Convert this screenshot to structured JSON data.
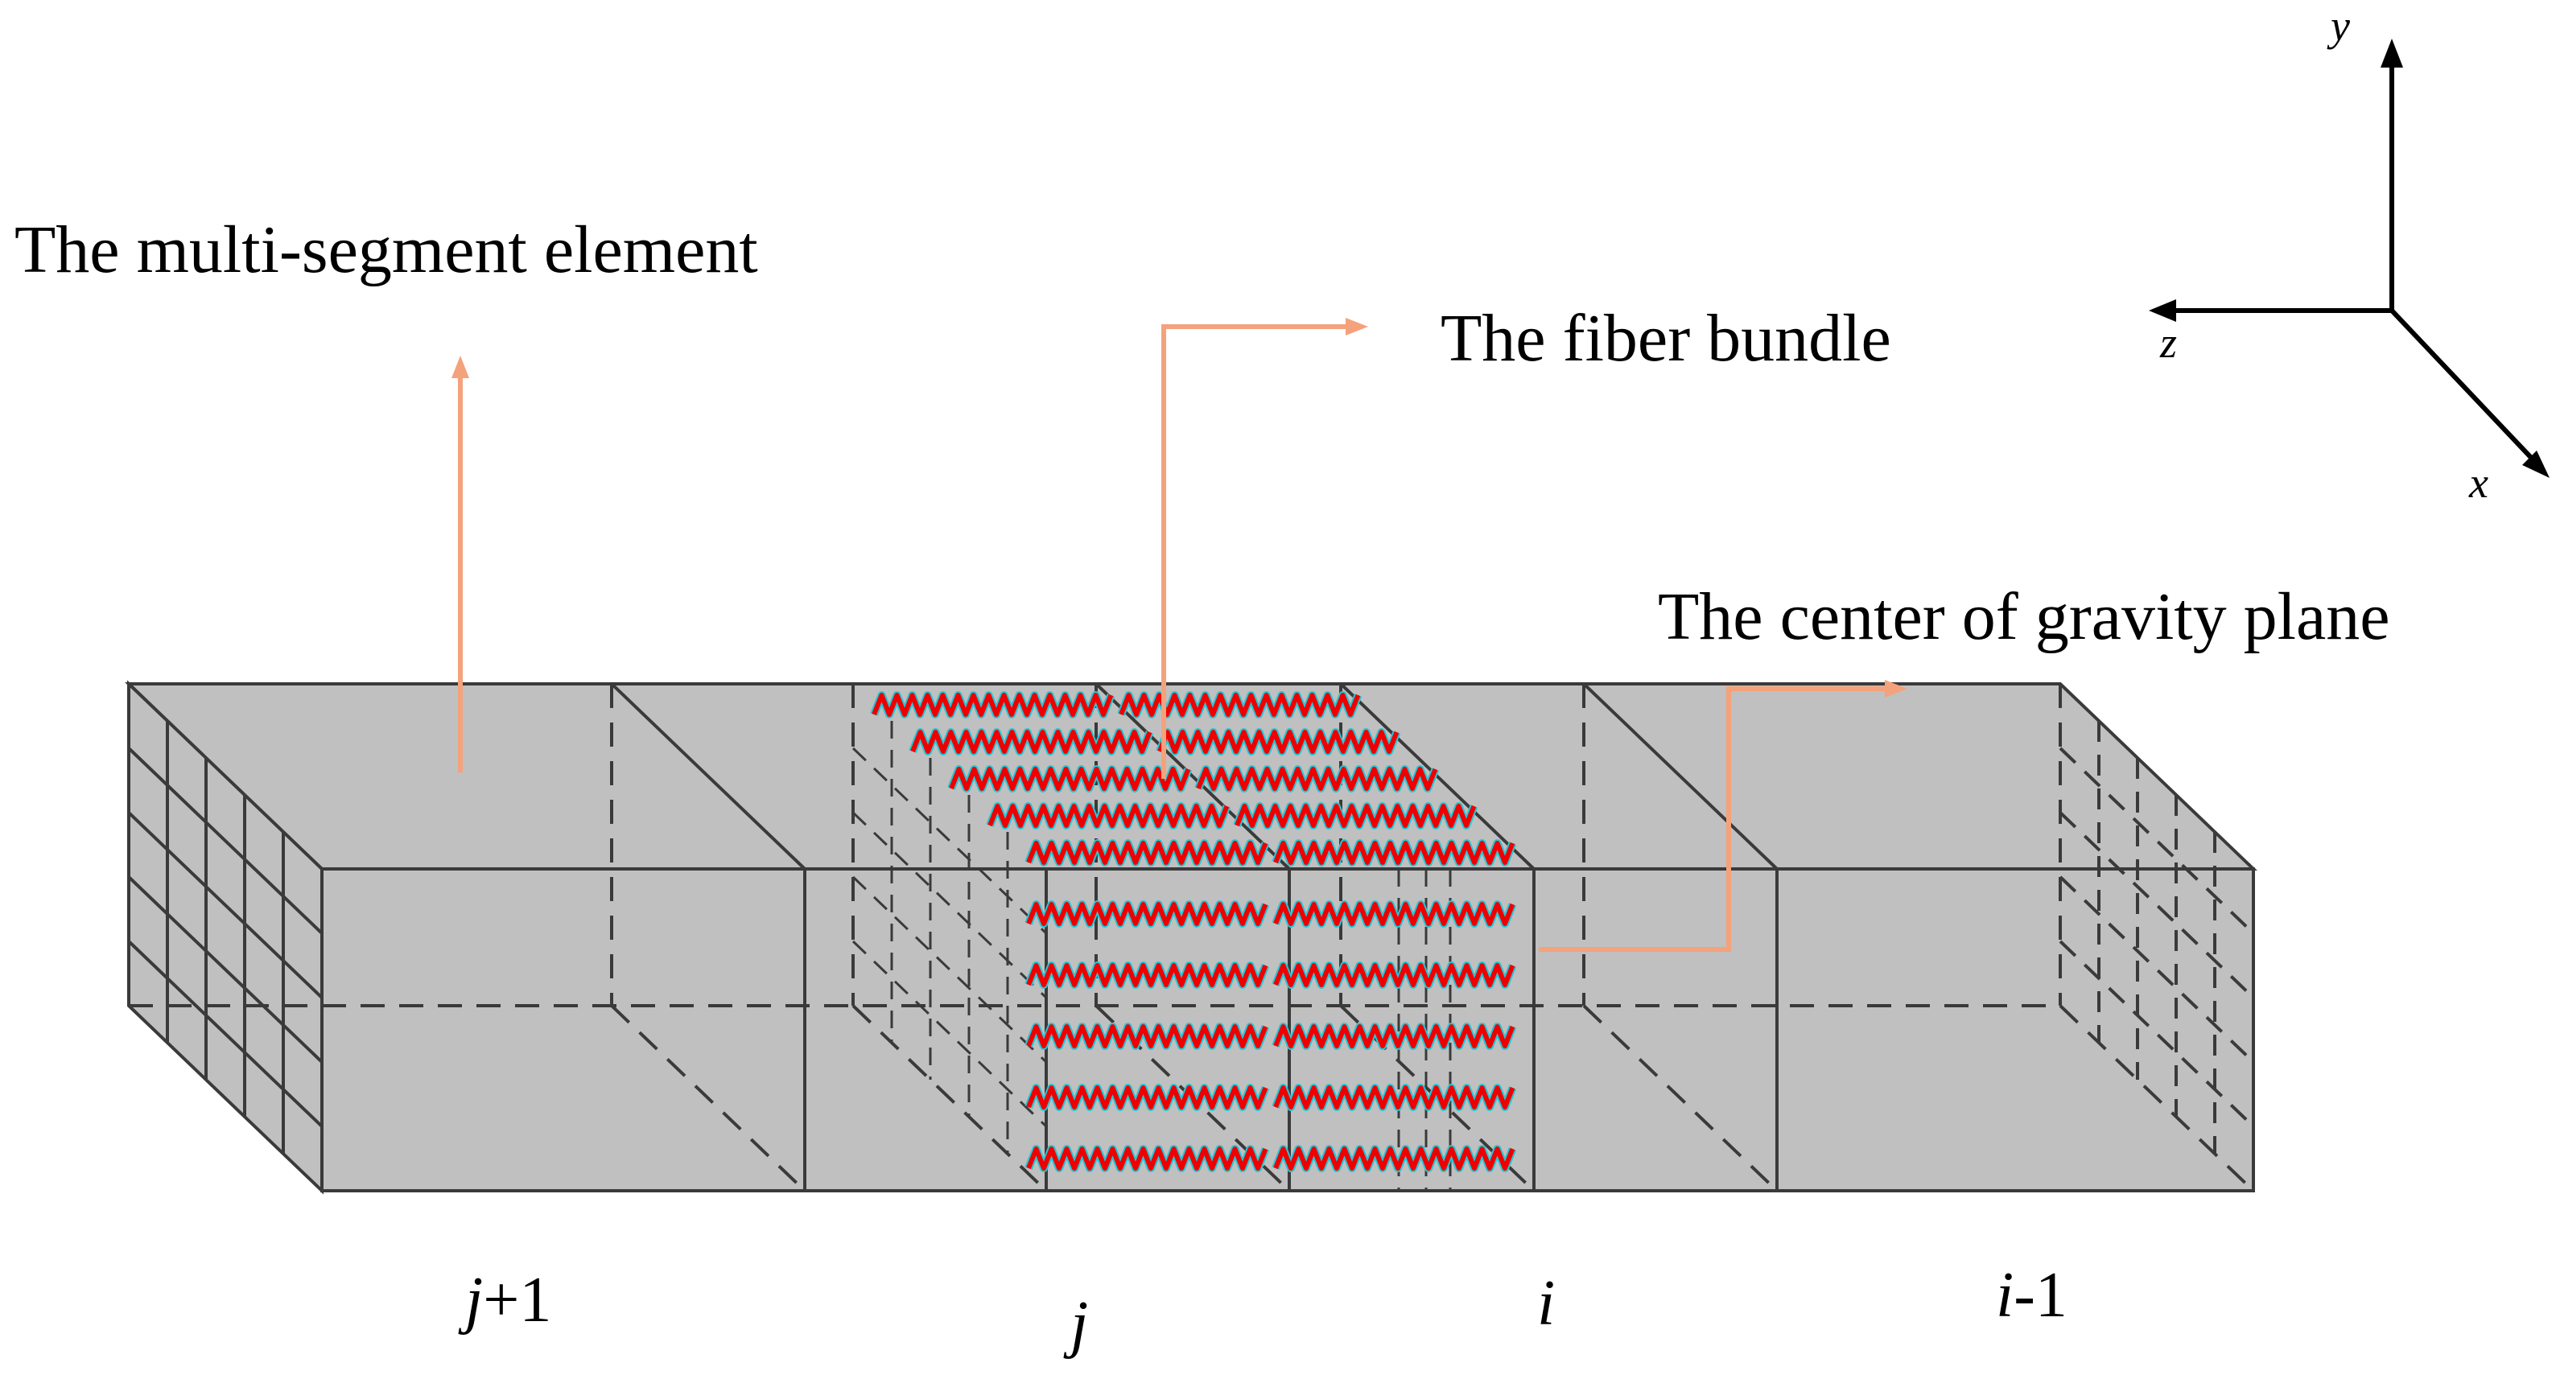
{
  "labels": {
    "element": "The multi-segment element",
    "fiber": "The fiber bundle",
    "gravity": "The center of gravity plane"
  },
  "indices": [
    {
      "var": "j",
      "suffix": "+1"
    },
    {
      "var": "j",
      "suffix": ""
    },
    {
      "var": "i",
      "suffix": ""
    },
    {
      "var": "i",
      "suffix": "-1"
    }
  ],
  "axes": {
    "y": "y",
    "z": "z",
    "x": "x"
  },
  "colors": {
    "box_fill": "#c0c0c0",
    "edge": "#3a3a3a",
    "leader": "#f4a27c",
    "fiber": "#ee0000",
    "fiber_outline": "#22c8d8",
    "axis": "#000000"
  },
  "fiber_rows": 10
}
